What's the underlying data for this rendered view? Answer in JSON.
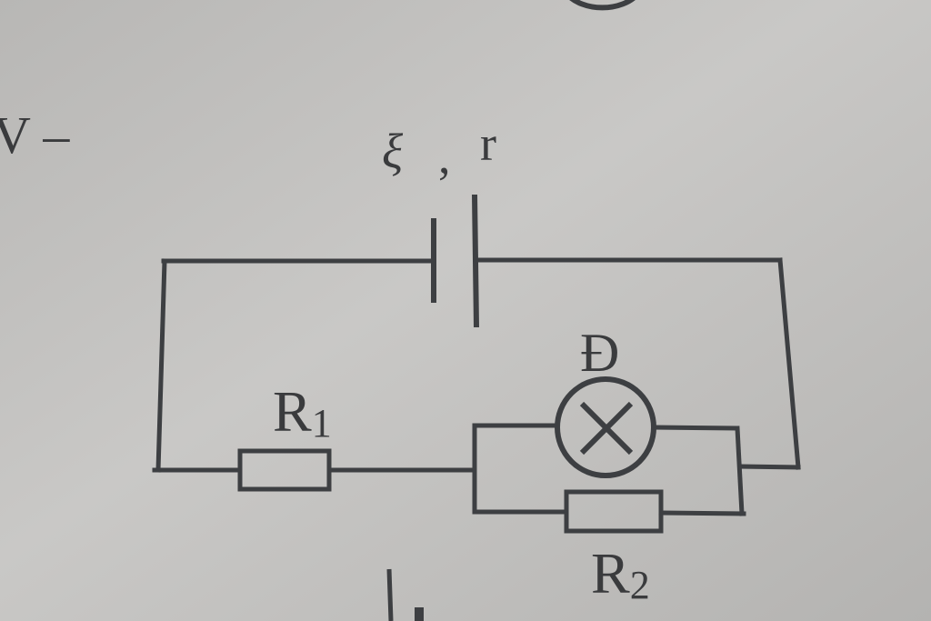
{
  "margin_text": "V –",
  "source": {
    "label_emf": "ξ",
    "label_sep": ",",
    "label_r": "r"
  },
  "lamp": {
    "label": "Đ"
  },
  "resistor1": {
    "label_main": "R",
    "label_sub": "1"
  },
  "resistor2": {
    "label_main": "R",
    "label_sub": "2"
  },
  "colors": {
    "ink": "#3d3f42",
    "paper_light": "#cfcecc",
    "paper_dark": "#b2b1af"
  }
}
